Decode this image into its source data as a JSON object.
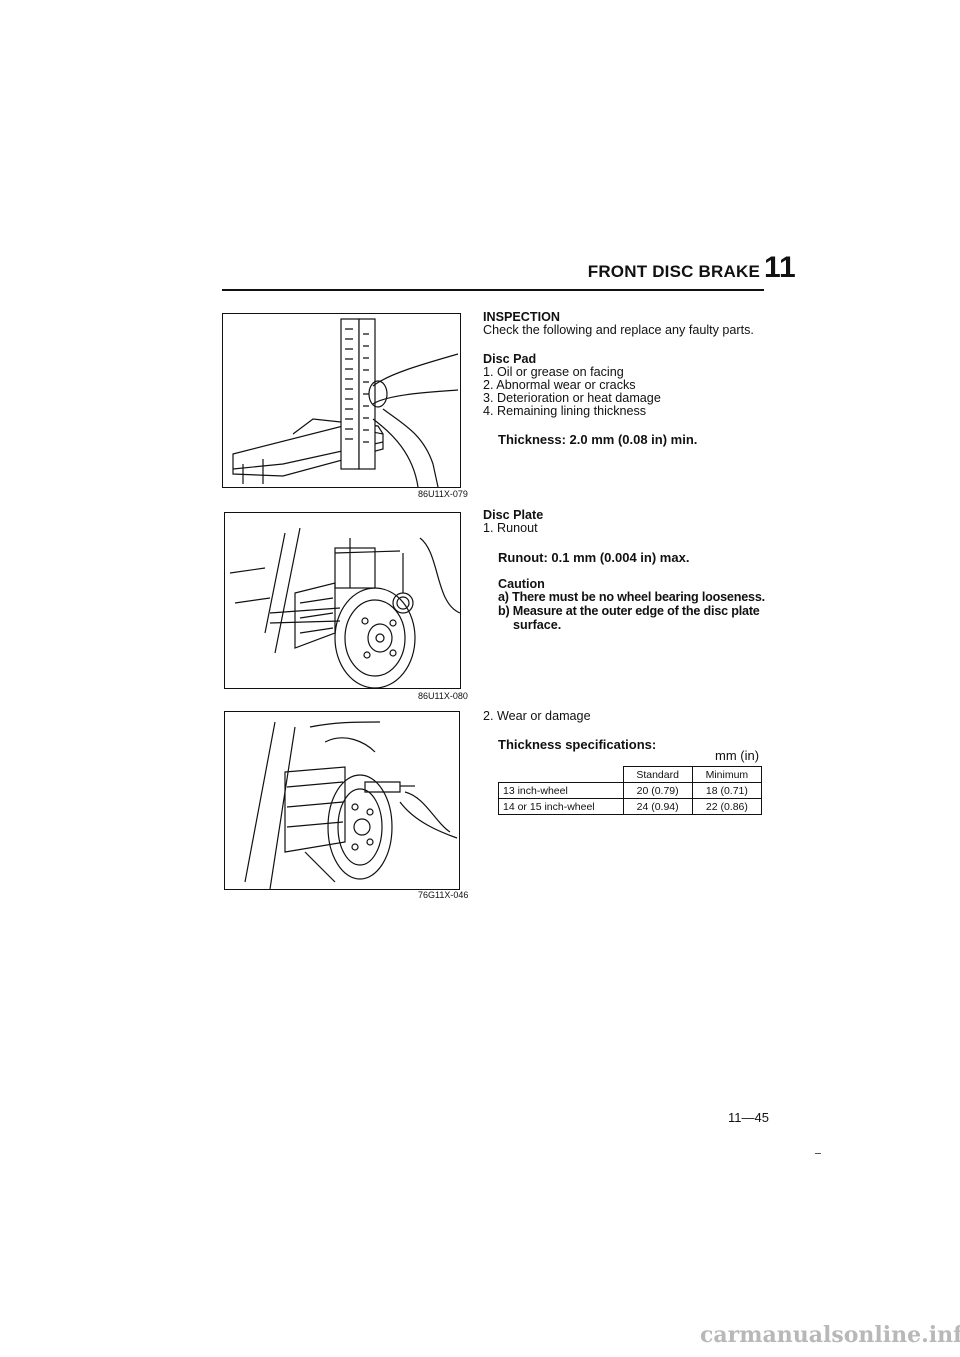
{
  "header": {
    "title": "FRONT DISC BRAKE",
    "chapter": "11"
  },
  "figures": [
    {
      "code": "86U11X-079"
    },
    {
      "code": "86U11X-080"
    },
    {
      "code": "76G11X-046"
    }
  ],
  "inspection": {
    "heading": "INSPECTION",
    "intro": "Check the following and replace any faulty parts."
  },
  "disc_pad": {
    "heading": "Disc Pad",
    "items": [
      "1. Oil or grease on facing",
      "2. Abnormal wear or cracks",
      "3. Deterioration or heat damage",
      "4. Remaining lining thickness"
    ],
    "spec": "Thickness: 2.0 mm (0.08 in) min."
  },
  "disc_plate": {
    "heading": "Disc Plate",
    "item1": "1. Runout",
    "spec": "Runout: 0.1 mm (0.004 in) max.",
    "caution_heading": "Caution",
    "caution_a": "a) There must be no wheel bearing looseness.",
    "caution_b1": "b) Measure at the outer edge of the disc plate",
    "caution_b2": "surface.",
    "item2": "2. Wear or damage",
    "thickness_heading": "Thickness specifications:",
    "unit": "mm (in)",
    "table": {
      "columns": [
        "",
        "Standard",
        "Minimum"
      ],
      "rows": [
        [
          "13 inch-wheel",
          "20 (0.79)",
          "18 (0.71)"
        ],
        [
          "14 or 15 inch-wheel",
          "24 (0.94)",
          "22 (0.86)"
        ]
      ]
    }
  },
  "page_number": "11—45",
  "watermark": "carmanualsonline.info"
}
